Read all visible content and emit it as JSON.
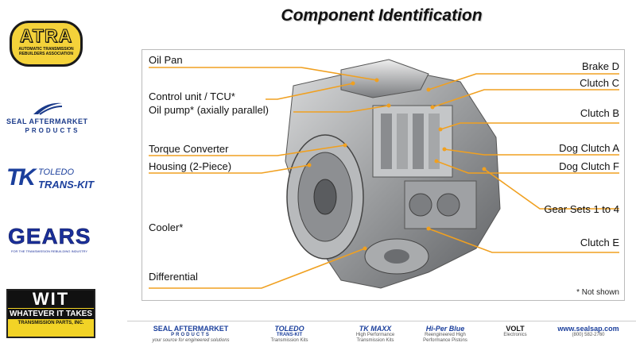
{
  "title": "Component Identification",
  "sponsors": {
    "atra": {
      "word": "ATRA",
      "sub1": "AUTOMATIC TRANSMISSION",
      "sub2": "REBUILDERS ASSOCIATION"
    },
    "seal_aftermarket": {
      "line1": "SEAL AFTERMARKET",
      "line2": "PRODUCTS"
    },
    "toledo": {
      "mark": "TK",
      "line1": "TOLEDO",
      "line2": "TRANS-KIT"
    },
    "gears": {
      "word": "GEARS",
      "sub": "FOR THE TRANSMISSION REBUILDING INDUSTRY"
    },
    "wit": {
      "big": "WIT",
      "mid": "WHATEVER IT TAKES",
      "sub": "TRANSMISSION PARTS, INC."
    }
  },
  "diagram": {
    "labels_left": {
      "oil_pan": "Oil Pan",
      "control_unit": "Control unit / TCU*",
      "oil_pump": "Oil pump* (axially parallel)",
      "torque_converter": "Torque Converter",
      "housing": "Housing (2-Piece)",
      "cooler": "Cooler*",
      "differential": "Differential"
    },
    "labels_right": {
      "brake_d": "Brake D",
      "clutch_c": "Clutch C",
      "clutch_b": "Clutch B",
      "dog_clutch_a": "Dog Clutch A",
      "dog_clutch_f": "Dog Clutch F",
      "gear_sets": "Gear Sets 1 to 4",
      "clutch_e": "Clutch E"
    },
    "note": "* Not shown",
    "leader_color": "#f0a020"
  },
  "footer": {
    "seal": {
      "line1": "SEAL AFTERMARKET",
      "line2": "PRODUCTS",
      "tagline": "your source for engineered solutions"
    },
    "toledo": {
      "line1": "TOLEDO",
      "line2": "TRANS-KIT",
      "sub": "Transmission Kits"
    },
    "maxx": {
      "title": "TK MAXX",
      "sub1": "High Performance",
      "sub2": "Transmission Kits"
    },
    "hiperblue": {
      "title": "Hi-Per Blue",
      "sub1": "Reengineered High",
      "sub2": "Performance Pistons"
    },
    "volt": {
      "title": "VOLT",
      "sub": "Electronics"
    },
    "contact": {
      "site": "www.sealsap.com",
      "phone": "(800) 582-2760"
    }
  }
}
